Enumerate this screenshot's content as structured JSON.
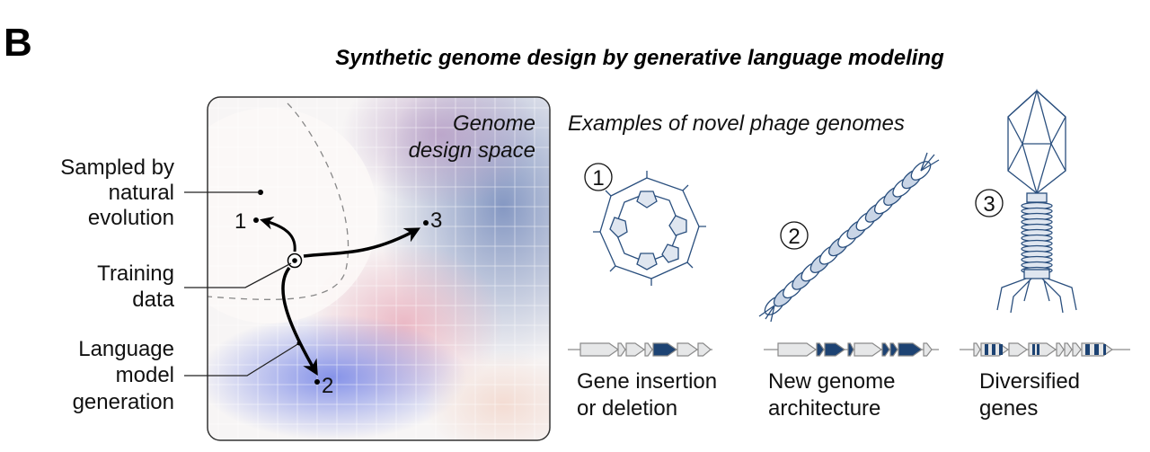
{
  "panel_letter": "B",
  "title": "Synthetic genome design by generative language modeling",
  "design_space": {
    "label_line1": "Genome",
    "label_line2": "design space",
    "points": [
      "1",
      "2",
      "3"
    ]
  },
  "left_labels": {
    "natural": [
      "Sampled by",
      "natural",
      "evolution"
    ],
    "training": [
      "Training",
      "data"
    ],
    "generation": [
      "Language",
      "model",
      "generation"
    ]
  },
  "examples": {
    "heading": "Examples of novel phage genomes",
    "items": [
      {
        "number": "1",
        "caption": [
          "Gene insertion",
          "or deletion"
        ]
      },
      {
        "number": "2",
        "caption": [
          "New genome",
          "architecture"
        ]
      },
      {
        "number": "3",
        "caption": [
          "Diversified",
          "genes"
        ]
      }
    ]
  },
  "colors": {
    "navy": "#1d4373",
    "gene_light": "#e6e7e8",
    "outline": "#8a8a8a"
  }
}
